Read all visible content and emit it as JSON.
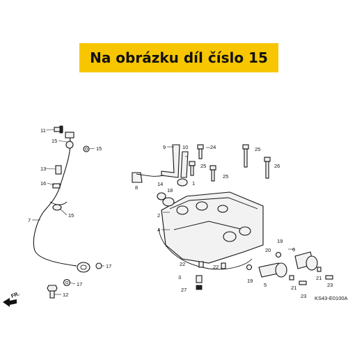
{
  "banner": {
    "text": "Na obrázku díl číslo 15",
    "color": "#f7c600"
  },
  "direction_label": "FR.",
  "diagram_code": "KS43-E0100A",
  "callouts": [
    "11",
    "15",
    "15",
    "13",
    "16",
    "7",
    "15",
    "17",
    "17",
    "12",
    "9",
    "10",
    "24",
    "25",
    "25",
    "26",
    "8",
    "14",
    "18",
    "1",
    "25",
    "2",
    "4",
    "20",
    "19",
    "6",
    "22",
    "22",
    "19",
    "5",
    "21",
    "23",
    "3",
    "27",
    "21",
    "23"
  ]
}
